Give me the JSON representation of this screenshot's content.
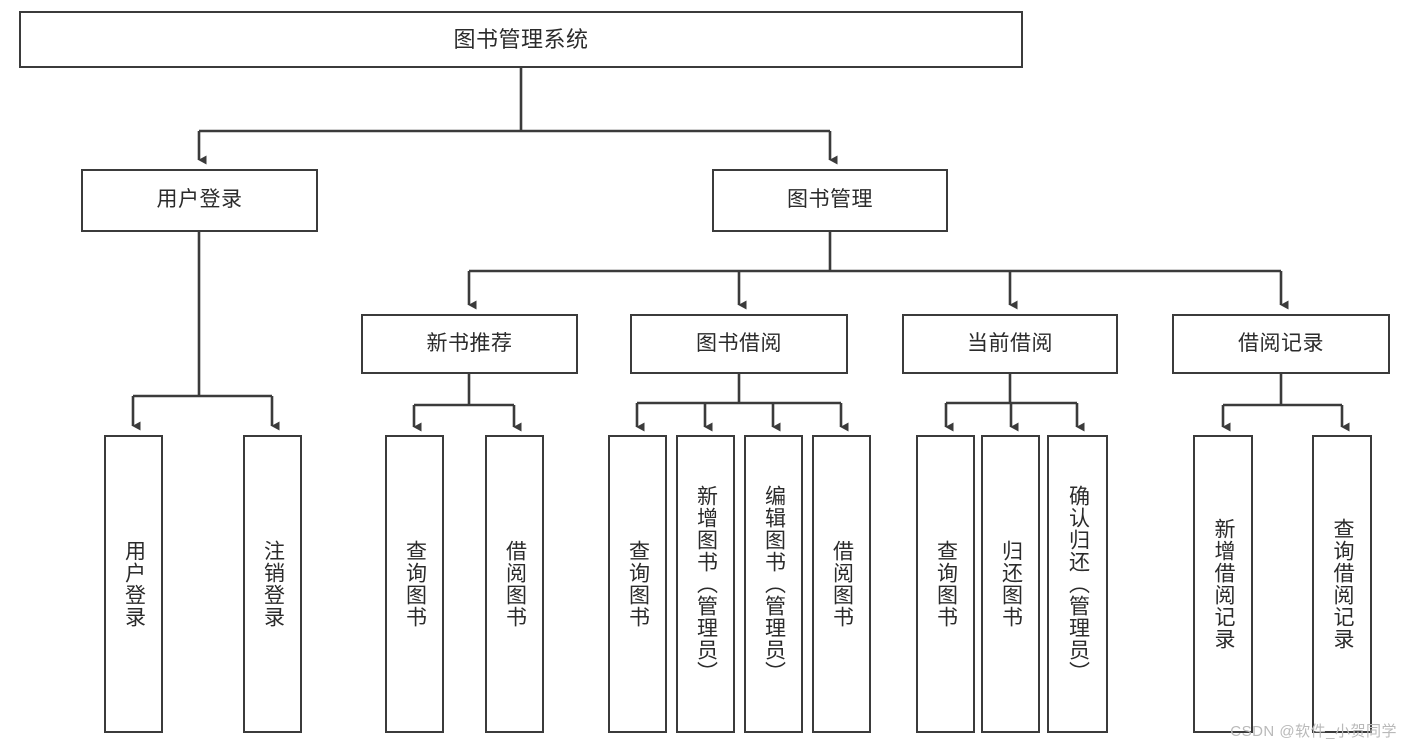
{
  "diagram": {
    "title": "图书管理系统",
    "type": "tree-hierarchy",
    "colors": {
      "box_border": "#3b3b3b",
      "box_fill": "#ffffff",
      "connector": "#3b3b3b",
      "text": "#2b2b2b",
      "watermark": "#b9b9b9",
      "background": "#ffffff"
    },
    "root": {
      "label": "图书管理系统"
    },
    "level1": [
      {
        "label": "用户登录"
      },
      {
        "label": "图书管理"
      }
    ],
    "level2": [
      {
        "label": "新书推荐"
      },
      {
        "label": "图书借阅"
      },
      {
        "label": "当前借阅"
      },
      {
        "label": "借阅记录"
      }
    ],
    "leaves": {
      "user_login": [
        {
          "label": "用户登录"
        },
        {
          "label": "注销登录"
        }
      ],
      "new_book_recommend": [
        {
          "label": "查询图书"
        },
        {
          "label": "借阅图书"
        }
      ],
      "book_borrow": [
        {
          "label": "查询图书"
        },
        {
          "label": "新增图书（管理员）"
        },
        {
          "label": "编辑图书（管理员）"
        },
        {
          "label": "借阅图书"
        }
      ],
      "current_borrow": [
        {
          "label": "查询图书"
        },
        {
          "label": "归还图书"
        },
        {
          "label": "确认归还（管理员）"
        }
      ],
      "borrow_record": [
        {
          "label": "新增借阅记录"
        },
        {
          "label": "查询借阅记录"
        }
      ]
    },
    "watermark": "CSDN @软件_小贺同学"
  }
}
